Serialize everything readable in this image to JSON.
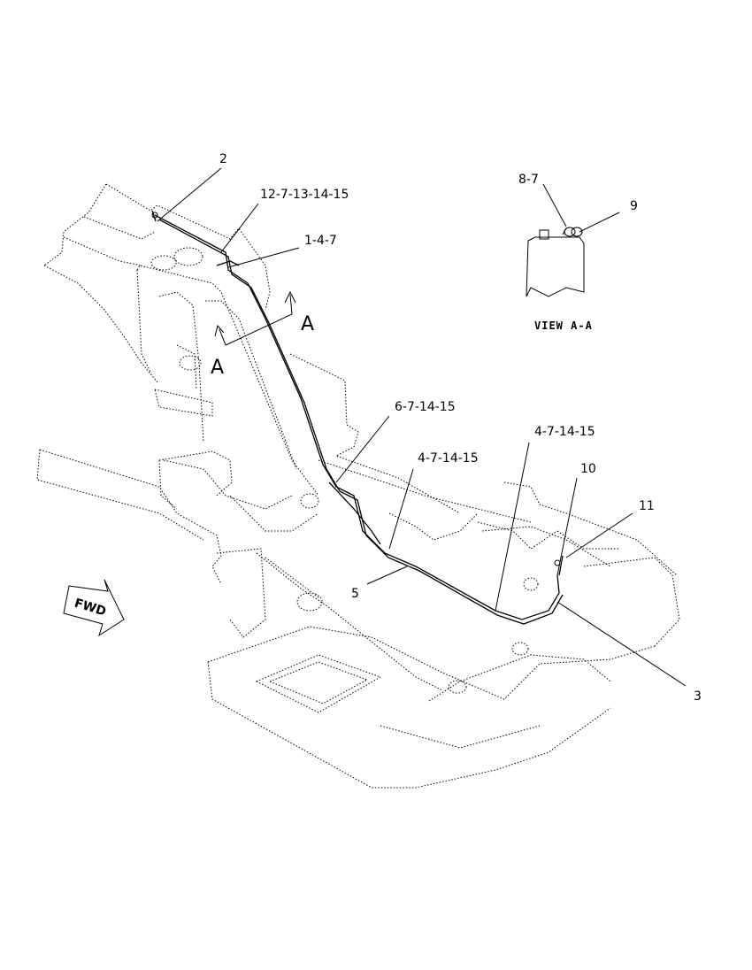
{
  "callouts": {
    "c2": "2",
    "c12": "12-7-13-14-15",
    "c1": "1-4-7",
    "c6": "6-7-14-15",
    "c4a": "4-7-14-15",
    "c4b": "4-7-14-15",
    "c10": "10",
    "c11": "11",
    "c5": "5",
    "c3": "3",
    "c8": "8-7",
    "c9": "9"
  },
  "section_marks": {
    "a_right": "A",
    "a_left": "A"
  },
  "view_label": "VIEW A-A",
  "fwd_label": "FWD"
}
